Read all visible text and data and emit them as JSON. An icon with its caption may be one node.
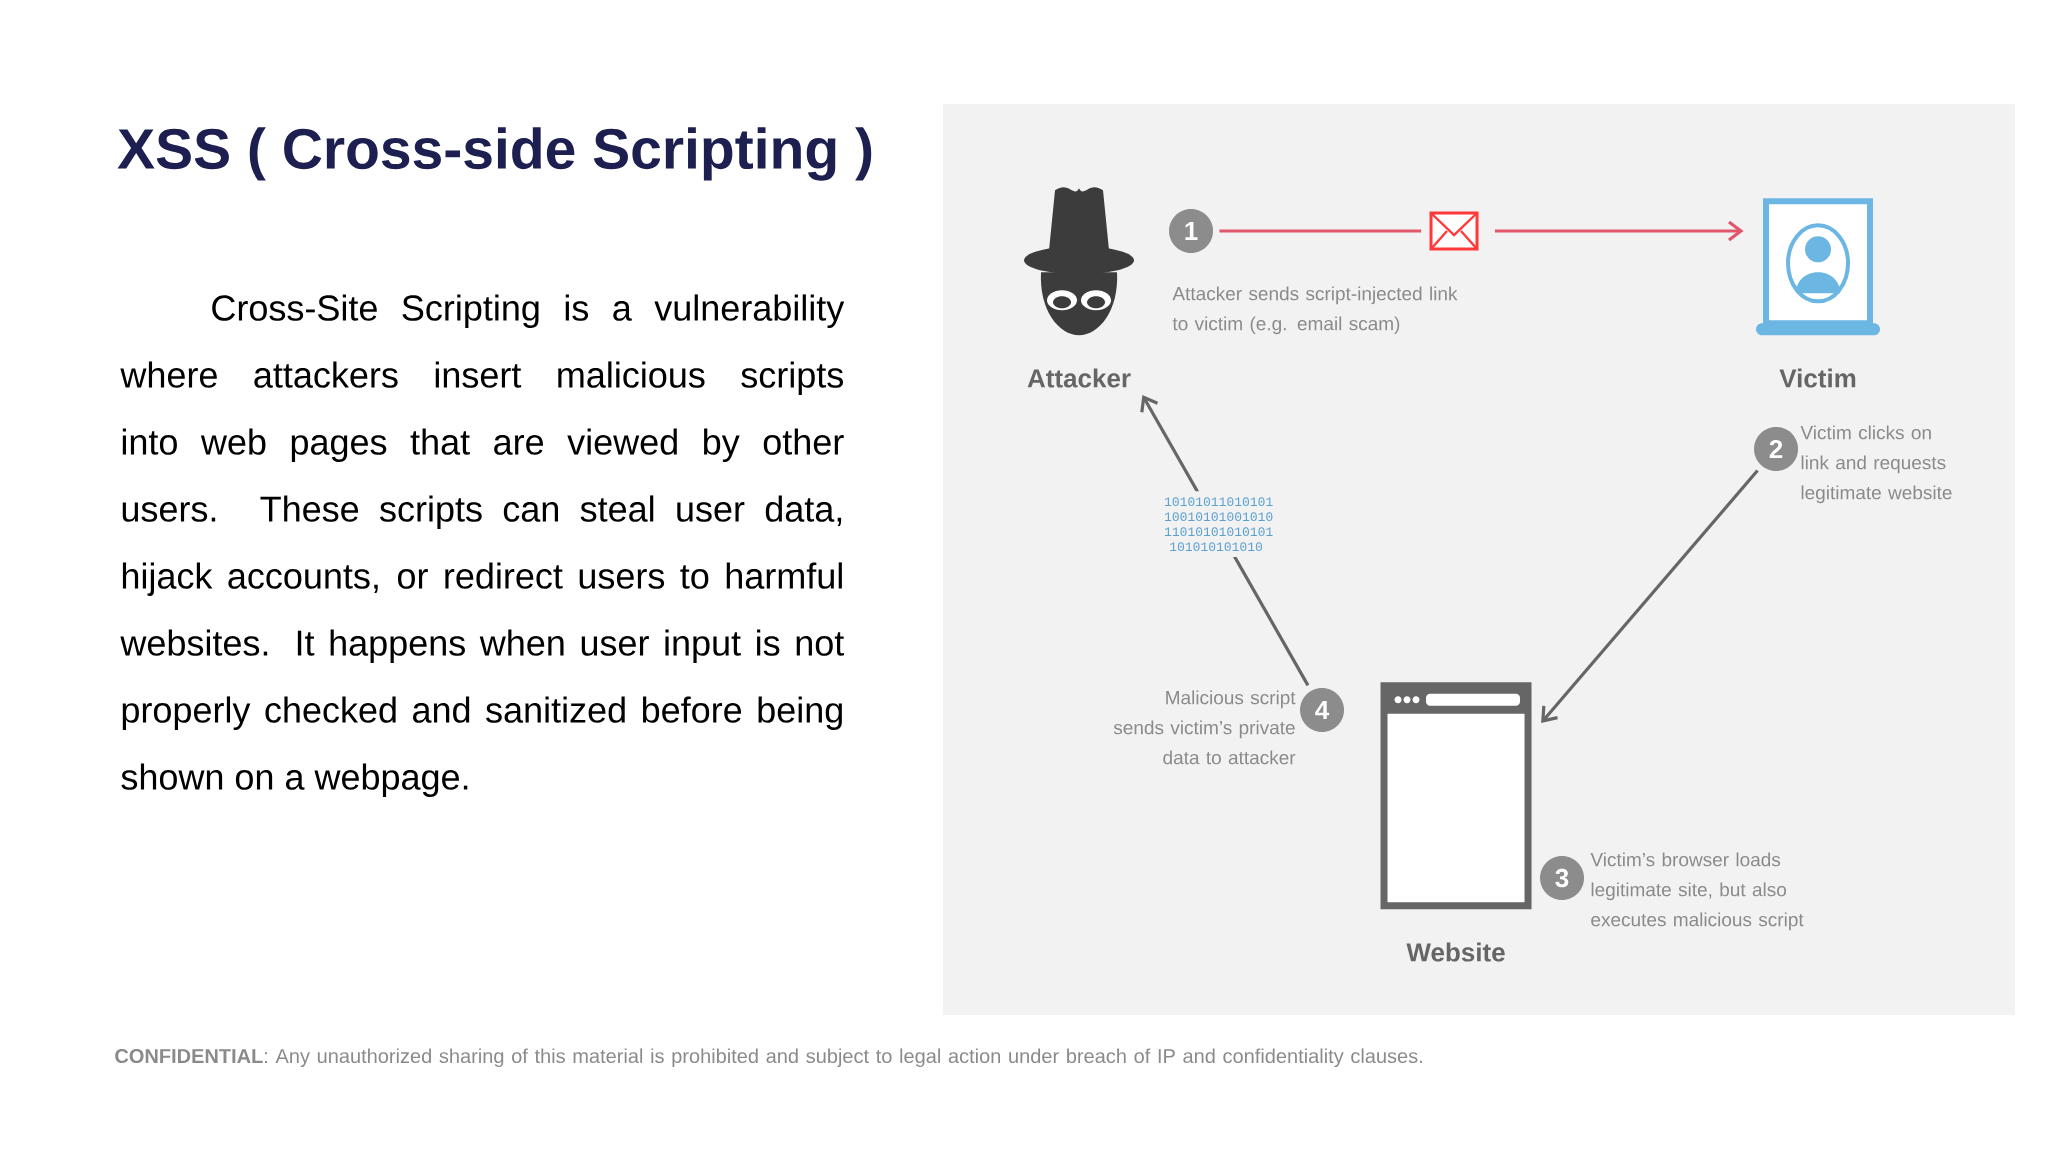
{
  "diagram": {
    "title": "XSS ( Cross-side Scripting )",
    "nodes": [
      {
        "text": [
          "Attacker"
        ]
      },
      {
        "text": [
          "Victim"
        ]
      },
      {
        "text": [
          "Website"
        ]
      },
      {
        "text": [
          "1"
        ],
        "beside": [
          "Attacker sends script-injected link to victim (e.g. email scam)"
        ]
      },
      {
        "text": [
          "2"
        ],
        "beside": [
          "Victim clicks on link and requests legitimate website"
        ]
      },
      {
        "text": [
          "3"
        ],
        "beside": [
          "Victim’s browser loads legitimate site, but also executes malicious script"
        ]
      },
      {
        "text": [
          "4"
        ],
        "beside": [
          "Malicious script sends victim’s private data to attacker"
        ]
      },
      {
        "text": [],
        "shape": "envelope"
      }
    ],
    "edges": [
      {
        "from": 3,
        "to": 7,
        "arrow": "none",
        "color": "#e0566a"
      },
      {
        "from": 7,
        "to": 1,
        "arrow": "to",
        "color": "#e0566a"
      },
      {
        "from": 4,
        "to": 2,
        "arrow": "to",
        "color": "#666666"
      },
      {
        "from": 6,
        "to": 0,
        "arrow": "to",
        "color": "#666666",
        "label": "10101011010101 10010101001010 11010101010101 101010101010"
      }
    ],
    "labels": [
      "Cross-Site Scripting is a vulnerability where attackers insert malicious scripts into web pages that are viewed by other users. These scripts can steal user data, hijack accounts, or redirect users to harmful websites. It happens when user input is not properly checked and sanitized before being shown on a webpage.",
      "**CONFIDENTIAL**: Any unauthorized sharing of this material is prohibited and subject to legal action under breach of IP and confidentiality clauses."
    ]
  }
}
